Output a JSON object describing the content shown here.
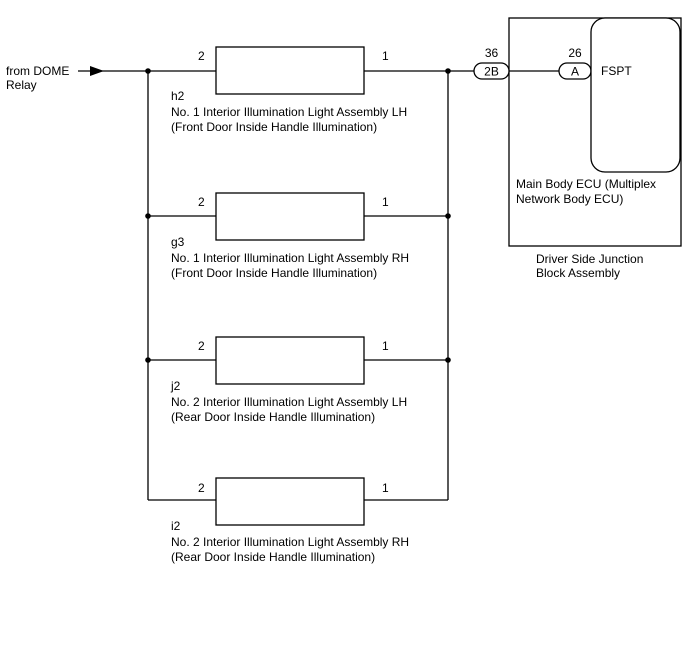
{
  "source": {
    "line1": "from DOME",
    "line2": "Relay"
  },
  "lights": [
    {
      "pin_left": "2",
      "pin_right": "1",
      "code": "h2",
      "name": "No. 1 Interior Illumination Light Assembly LH",
      "desc": "(Front Door Inside Handle Illumination)"
    },
    {
      "pin_left": "2",
      "pin_right": "1",
      "code": "g3",
      "name": "No. 1 Interior Illumination Light Assembly RH",
      "desc": "(Front Door Inside Handle Illumination)"
    },
    {
      "pin_left": "2",
      "pin_right": "1",
      "code": "j2",
      "name": "No. 2 Interior Illumination Light Assembly LH",
      "desc": "(Rear Door Inside Handle Illumination)"
    },
    {
      "pin_left": "2",
      "pin_right": "1",
      "code": "i2",
      "name": "No. 2 Interior Illumination Light Assembly RH",
      "desc": "(Rear Door Inside Handle Illumination)"
    }
  ],
  "connectors": {
    "junction_pin": "36",
    "junction_code": "2B",
    "ecu_pin": "26",
    "ecu_code": "A"
  },
  "ecu": {
    "signal": "FSPT",
    "name_line1": "Main Body ECU (Multiplex",
    "name_line2": "Network Body ECU)"
  },
  "junction_block": {
    "line1": "Driver Side Junction",
    "line2": "Block Assembly"
  }
}
